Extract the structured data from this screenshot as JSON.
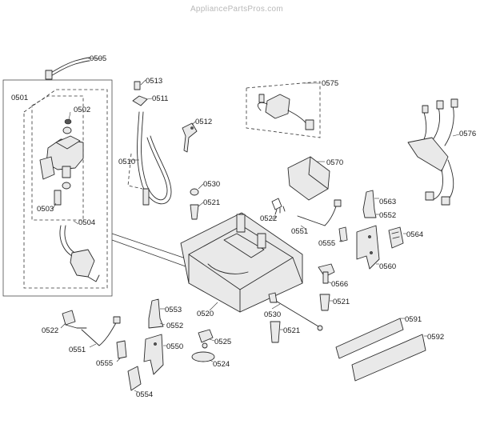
{
  "watermark": "AppliancePartsPros.com",
  "labels": {
    "p0501": "0501",
    "p0502": "0502",
    "p0503": "0503",
    "p0504": "0504",
    "p0505": "0505",
    "p0510": "0510",
    "p0511": "0511",
    "p0512": "0512",
    "p0513": "0513",
    "p0520": "0520",
    "p0521a": "0521",
    "p0521b": "0521",
    "p0521c": "0521",
    "p0522a": "0522",
    "p0522b": "0522",
    "p0524": "0524",
    "p0525": "0525",
    "p0530a": "0530",
    "p0530b": "0530",
    "p0550": "0550",
    "p0551a": "0551",
    "p0551b": "0551",
    "p0552a": "0552",
    "p0552b": "0552",
    "p0553": "0553",
    "p0554": "0554",
    "p0555a": "0555",
    "p0555b": "0555",
    "p0560": "0560",
    "p0563": "0563",
    "p0564": "0564",
    "p0566": "0566",
    "p0570": "0570",
    "p0575": "0575",
    "p0576": "0576",
    "p0591": "0591",
    "p0592": "0592"
  }
}
